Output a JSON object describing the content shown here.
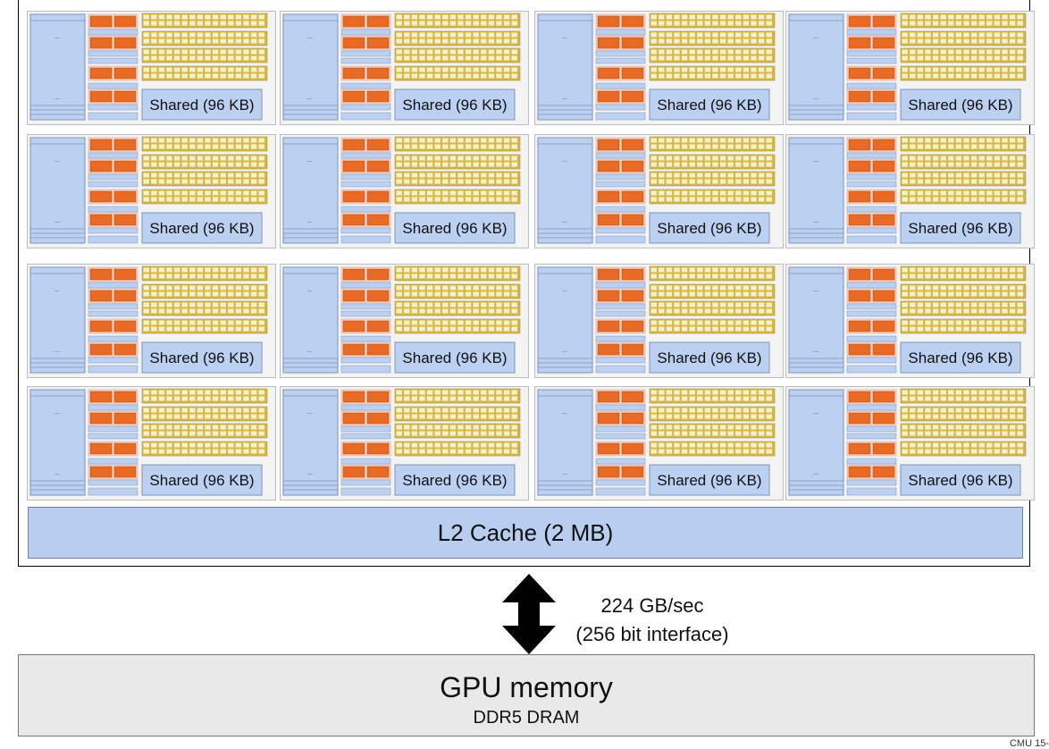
{
  "streaming_multiprocessors": {
    "rows": 4,
    "cols": 4,
    "shared_label": "Shared (96 KB)",
    "block_ellipsis": "...",
    "colors": {
      "block_fill": "#bcd0f2",
      "block_stroke": "#7f93b8",
      "unit_fill": "#f5d5c8",
      "unit_core": "#e86a24",
      "alu_fill": "#d4b84a",
      "alu_cell": "#f7f0c8",
      "background": "#f3f3f3"
    }
  },
  "l2_cache": {
    "label": "L2 Cache (2 MB)"
  },
  "memory_link": {
    "bandwidth": "224 GB/sec",
    "interface": "(256 bit interface)"
  },
  "gpu_memory": {
    "title": "GPU memory",
    "subtitle": "DDR5 DRAM"
  },
  "footer": {
    "corner_text": "CMU 15-"
  }
}
